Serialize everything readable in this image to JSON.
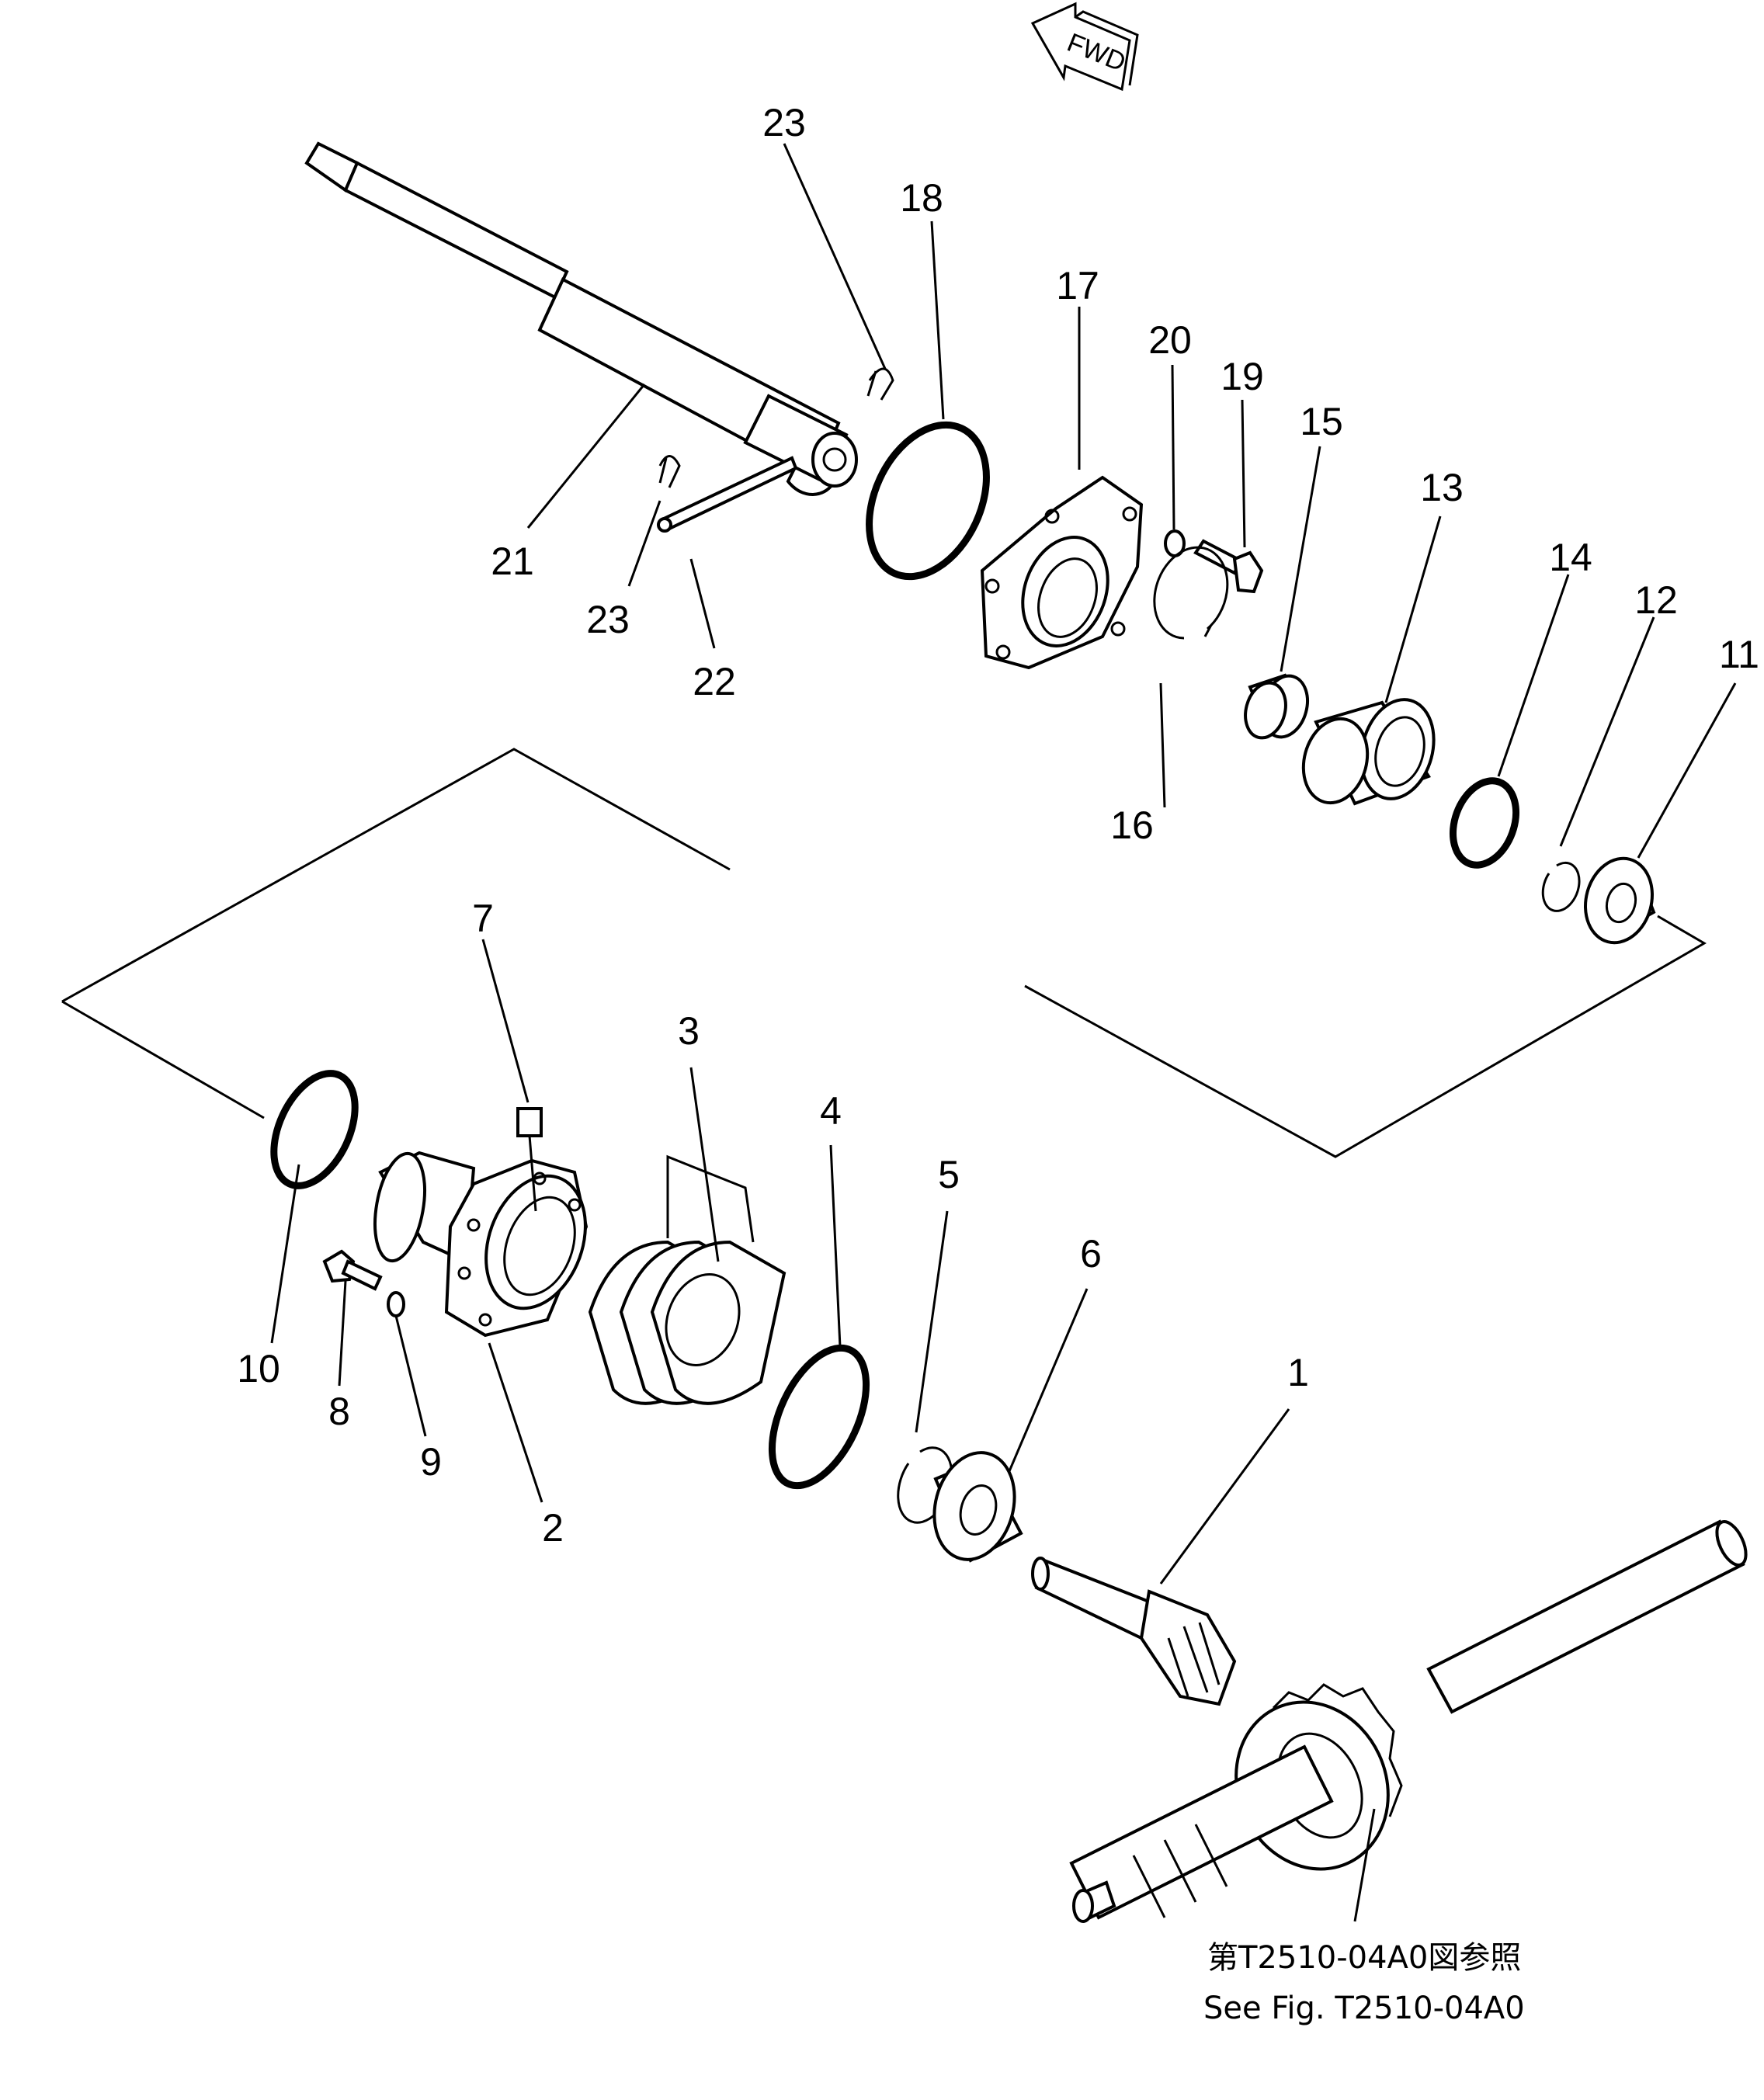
{
  "direction_marker": {
    "label": "FWD"
  },
  "callouts": {
    "p1": "1",
    "p2": "2",
    "p3": "3",
    "p4": "4",
    "p5": "5",
    "p6": "6",
    "p7": "7",
    "p8": "8",
    "p9": "9",
    "p10": "10",
    "p11": "11",
    "p12": "12",
    "p13": "13",
    "p14": "14",
    "p15": "15",
    "p16": "16",
    "p17": "17",
    "p18": "18",
    "p19": "19",
    "p20": "20",
    "p21": "21",
    "p22": "22",
    "p23a": "23",
    "p23b": "23"
  },
  "reference_note": {
    "japanese": "第T2510-04A0図参照",
    "english": "See Fig. T2510-04A0"
  }
}
